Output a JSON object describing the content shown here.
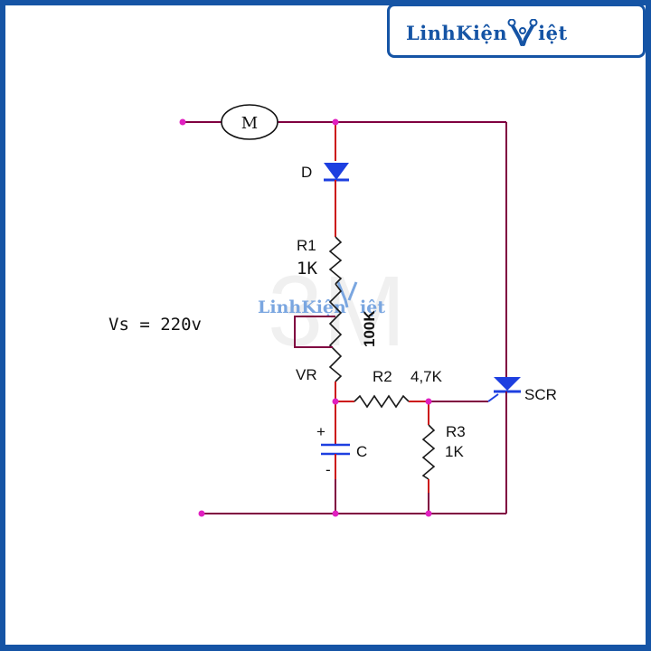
{
  "logo": {
    "brand_text": "LinhKiện",
    "brand_suffix": "iệt",
    "watermark_text": "LinhKiện",
    "watermark_suffix": "iệt",
    "watermark_bg": "3M"
  },
  "labels": {
    "motor": "M",
    "diode": "D",
    "r1_name": "R1",
    "r1_value": "1K",
    "vr_name": "VR",
    "vr_value": "100K",
    "r2_name": "R2",
    "r2_value": "4,7K",
    "r3_name": "R3",
    "r3_value": "1K",
    "cap_name": "C",
    "cap_plus": "+",
    "cap_minus": "-",
    "scr": "SCR",
    "source": "Vs = 220v"
  },
  "colors": {
    "border": "#1554a5",
    "wire": "#800040",
    "wire_red": "#cc1111",
    "component_blue": "#1d3fe0",
    "node": "#e020c0"
  }
}
